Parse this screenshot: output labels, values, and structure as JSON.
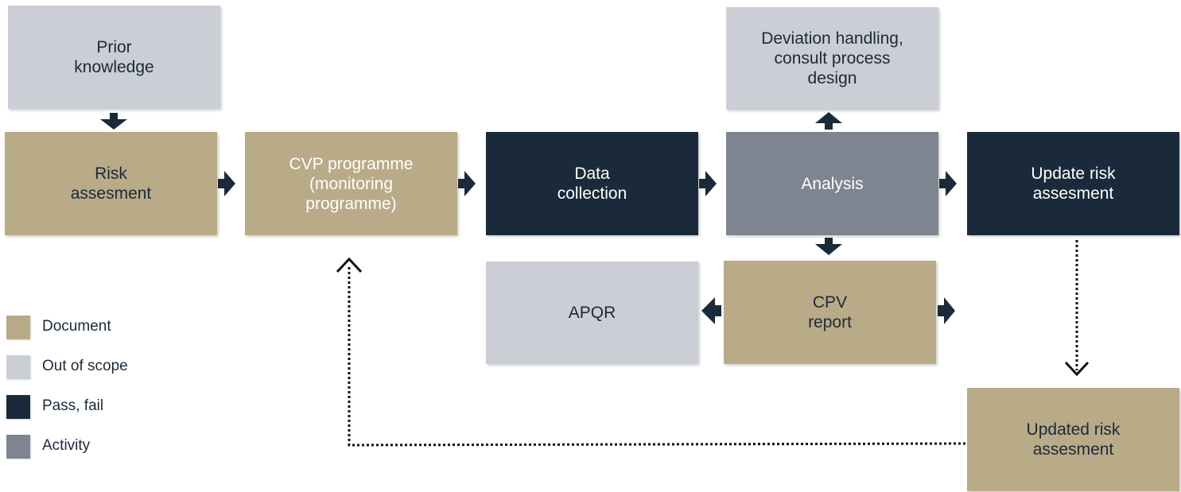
{
  "colors": {
    "document": "#b9aa88",
    "out_of_scope": "#cbced5",
    "pass_fail": "#1b2a3a",
    "activity": "#7e8591"
  },
  "nodes": {
    "prior_knowledge": "Prior\nknowledge",
    "risk_assessment": "Risk\nassesment",
    "cvp_programme": "CVP programme\n(monitoring\nprogramme)",
    "data_collection": "Data\ncollection",
    "analysis": "Analysis",
    "deviation_handling": "Deviation handling,\nconsult process\ndesign",
    "update_risk": "Update risk\nassesment",
    "apqr": "APQR",
    "cpv_report": "CPV\nreport",
    "updated_risk": "Updated risk\nassesment"
  },
  "legend": [
    {
      "label": "Document",
      "color": "#b9aa88"
    },
    {
      "label": "Out of scope",
      "color": "#cbced5"
    },
    {
      "label": "Pass, fail",
      "color": "#1b2a3a"
    },
    {
      "label": "Activity",
      "color": "#7e8591"
    }
  ]
}
